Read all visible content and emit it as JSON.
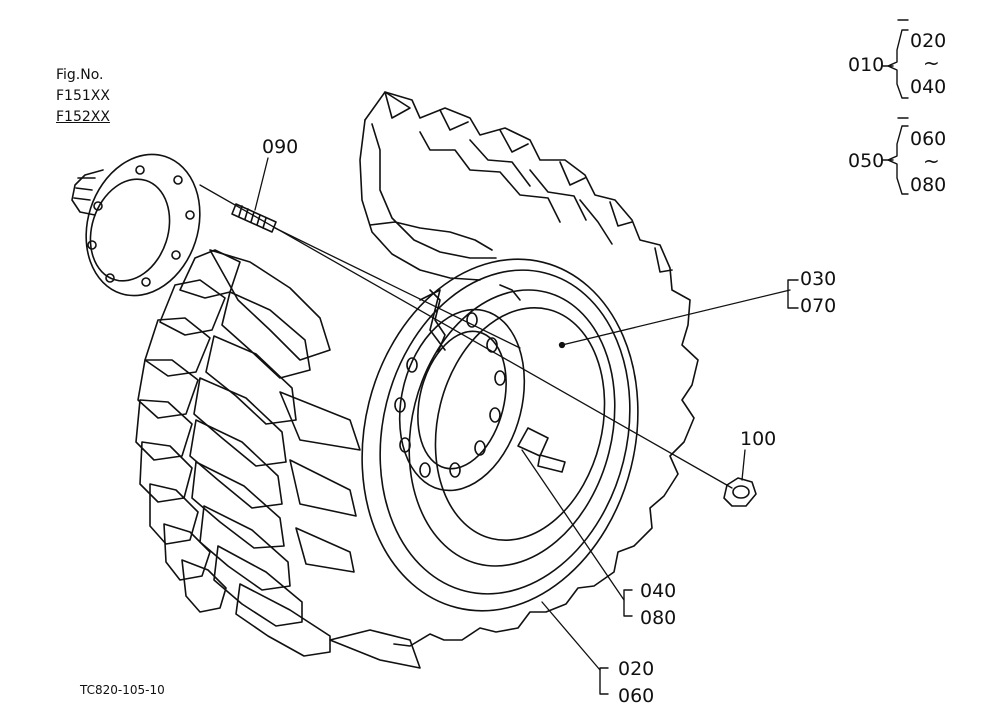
{
  "figure_numbers": [
    "Fig.No.",
    "F151XX",
    "F152XX"
  ],
  "drawing_code": "TC820-105-10",
  "callouts": {
    "p090": "090",
    "p100": "100",
    "p030": "030",
    "p070": "070",
    "p040": "040",
    "p080": "080",
    "p020": "020",
    "p060": "060"
  },
  "legend": [
    {
      "assembly": "010",
      "from": "020",
      "to": "040",
      "range_mark": "~"
    },
    {
      "assembly": "050",
      "from": "060",
      "to": "080",
      "range_mark": "~"
    }
  ],
  "colors": {
    "line": "#111111",
    "background": "#ffffff"
  }
}
